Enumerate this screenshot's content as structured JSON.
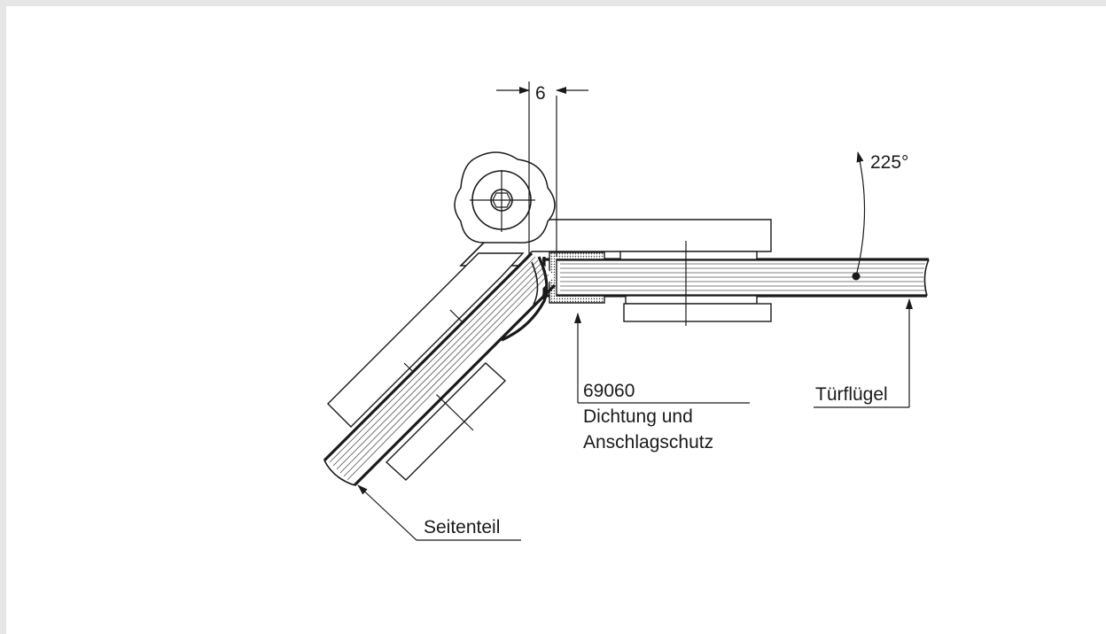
{
  "drawing": {
    "dimension_label": "6",
    "angle_label": "225°",
    "part_number": "69060",
    "part_desc_line1": "Dichtung und",
    "part_desc_line2": "Anschlagschutz",
    "door_leaf_label": "Türflügel",
    "side_panel_label": "Seitenteil"
  }
}
